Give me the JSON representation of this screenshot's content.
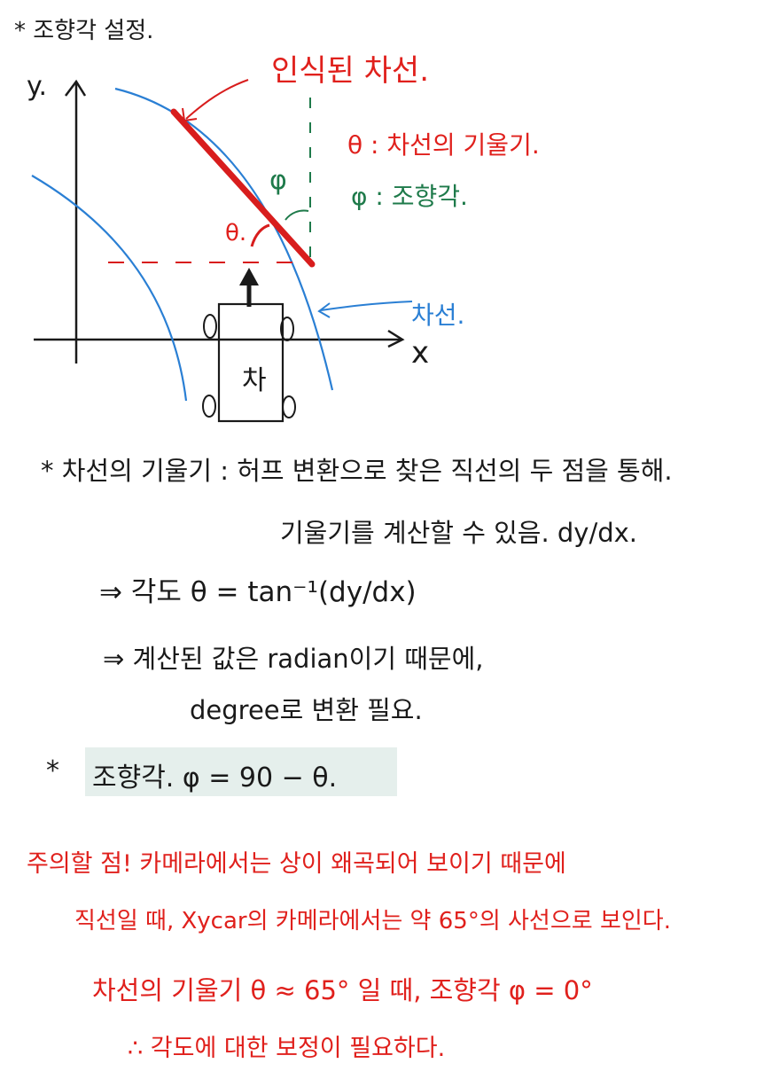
{
  "title": "* 조향각 설정.",
  "diagram": {
    "y_label": "y.",
    "x_label": "x",
    "detected_lane_label": "인식된 차선.",
    "lane_label": "차선.",
    "car_label": "차",
    "theta_label": "θ.",
    "phi_label": "φ",
    "legend_theta": "θ : 차선의 기울기.",
    "legend_phi": "φ : 조향각.",
    "colors": {
      "lane": "#2a7fd4",
      "detected_lane": "#d81d1d",
      "red_text": "#e0201c",
      "green_text": "#1e7a4a",
      "ink": "#1a1a1a"
    }
  },
  "slope": {
    "line1": "* 차선의 기울기 : 허프 변환으로 찾은 직선의 두 점을 통해.",
    "line2": "기울기를 계산할 수 있음. dy/dx.",
    "arrow1": "⇒ 각도 θ = tan⁻¹(dy/dx)",
    "arrow2": "⇒ 계산된 값은 radian이기 때문에,",
    "arrow2_cont": "degree로 변환 필요."
  },
  "steering": {
    "star": "*",
    "formula": "조향각. φ = 90 − θ."
  },
  "note": {
    "line1": "주의할 점! 카메라에서는 상이 왜곡되어 보이기 때문에",
    "line2": "직선일 때, Xycar의 카메라에서는 약 65°의 사선으로 보인다.",
    "line3": "차선의 기울기 θ ≈ 65° 일 때, 조향각 φ = 0°",
    "line4": "∴ 각도에 대한 보정이 필요하다."
  }
}
